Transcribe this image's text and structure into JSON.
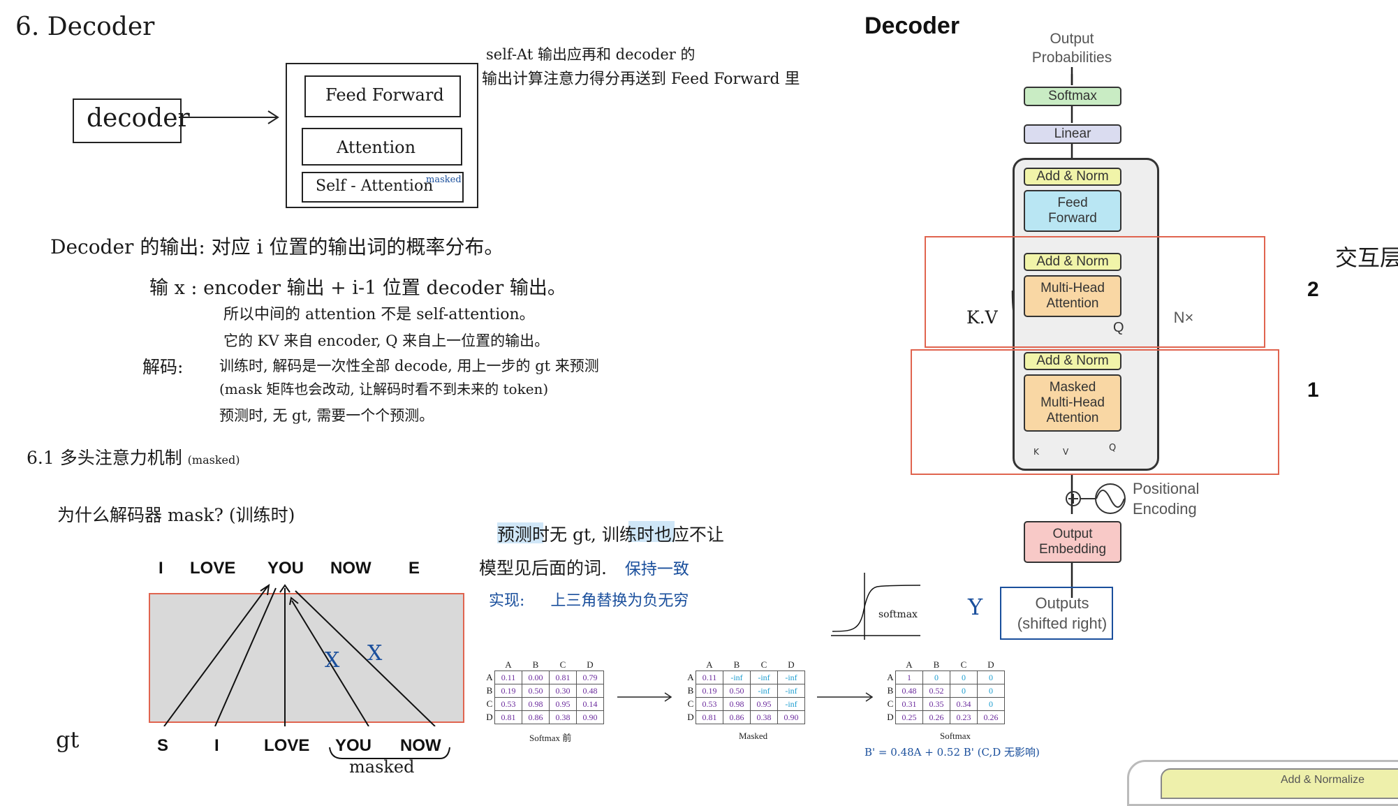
{
  "left_notes": {
    "title": "6. Decoder",
    "decoder_box": "decoder",
    "stack": [
      "Feed Forward",
      "Attention",
      "Self - Attention"
    ],
    "masked_tag": "masked",
    "note_line1": "self-At 输出应再和 decoder 的",
    "note_line2": "输出计算注意力得分再送到 Feed Forward 里",
    "output_line": "Decoder 的输出: 对应 i 位置的输出词的概率分布。",
    "input_line": "输 x : encoder 输出 + i-1 位置 decoder 输出。",
    "input_sub1": "所以中间的 attention 不是 self-attention。",
    "input_sub2": "它的 KV 来自 encoder, Q 来自上一位置的输出。",
    "decode_label": "解码:",
    "decode_line1": "训练时, 解码是一次性全部 decode, 用上一步的 gt 来预测",
    "decode_line2": "(mask 矩阵也会改动, 让解码时看不到未来的 token)",
    "decode_line3": "预测时, 无 gt, 需要一个个预测。",
    "section": "6.1 多头注意力机制",
    "section_tag": "(masked)",
    "why_line": "为什么解码器 mask? (训练时)"
  },
  "mask_diagram": {
    "top_tokens": [
      "I",
      "LOVE",
      "YOU",
      "NOW",
      "E"
    ],
    "bottom_tokens": [
      "S",
      "I",
      "LOVE",
      "YOU",
      "NOW"
    ],
    "gt_label": "gt",
    "masked_label": "masked",
    "cross_marks": [
      "X",
      "X"
    ]
  },
  "middle_notes": {
    "line1": "预测时无 gt, 训练时也应不让",
    "line2": "模型见后面的词.",
    "line2_blue": "保持一致",
    "line3_label": "实现:",
    "line3_text": "上三角替换为负无穷"
  },
  "tables": {
    "cols": [
      "A",
      "B",
      "C",
      "D"
    ],
    "rows": [
      "A",
      "B",
      "C",
      "D"
    ],
    "before": {
      "caption": "Softmax 前",
      "cells": [
        [
          "0.11",
          "0.00",
          "0.81",
          "0.79"
        ],
        [
          "0.19",
          "0.50",
          "0.30",
          "0.48"
        ],
        [
          "0.53",
          "0.98",
          "0.95",
          "0.14"
        ],
        [
          "0.81",
          "0.86",
          "0.38",
          "0.90"
        ]
      ]
    },
    "masked": {
      "caption": "Masked",
      "cells": [
        [
          "0.11",
          "-inf",
          "-inf",
          "-inf"
        ],
        [
          "0.19",
          "0.50",
          "-inf",
          "-inf"
        ],
        [
          "0.53",
          "0.98",
          "0.95",
          "-inf"
        ],
        [
          "0.81",
          "0.86",
          "0.38",
          "0.90"
        ]
      ]
    },
    "after": {
      "caption": "Softmax",
      "cells": [
        [
          "1",
          "0",
          "0",
          "0"
        ],
        [
          "0.48",
          "0.52",
          "0",
          "0"
        ],
        [
          "0.31",
          "0.35",
          "0.34",
          "0"
        ],
        [
          "0.25",
          "0.26",
          "0.23",
          "0.26"
        ]
      ]
    },
    "formula": "B' = 0.48A + 0.52 B' (C,D 无影响)",
    "softmax_sketch_label": "softmax",
    "y_label": "Y"
  },
  "architecture": {
    "title": "Decoder",
    "output_probs": "Output\nProbabilities",
    "softmax": "Softmax",
    "linear": "Linear",
    "add_norm": "Add & Norm",
    "feed_forward": "Feed\nForward",
    "mha": "Multi-Head\nAttention",
    "masked_mha": "Masked\nMulti-Head\nAttention",
    "positional": "Positional\nEncoding",
    "output_embedding": "Output\nEmbedding",
    "outputs": "Outputs\n(shifted right)",
    "nx": "N×",
    "kv_label": "K.V",
    "q_label": "Q",
    "k_small": "K",
    "v_small": "V",
    "q_small": "Q",
    "marker_2": "2",
    "marker_1": "1",
    "side_note": "交互层",
    "corner_label": "Add & Normalize"
  }
}
